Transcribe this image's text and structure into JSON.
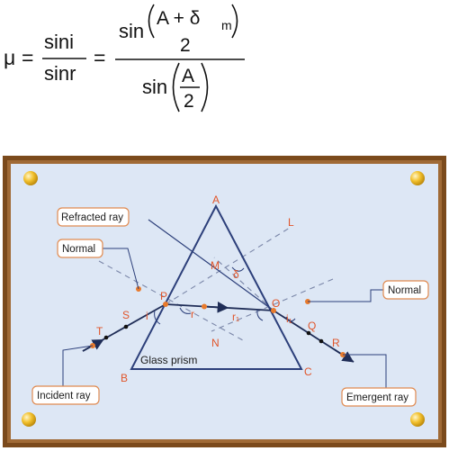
{
  "formula": {
    "mu": "μ",
    "equals": "=",
    "lhs_numerator": "sini",
    "lhs_denominator": "sinr",
    "sin_word": "sin",
    "rhs_top_argument": "A + δ",
    "rhs_top_subscript": "m",
    "rhs_top_divisor": "2",
    "rhs_bottom_numerator": "A",
    "rhs_bottom_denominator": "2"
  },
  "diagram": {
    "vertices": {
      "apex": "A",
      "base_left": "B",
      "base_right": "C"
    },
    "points": {
      "entry": "P",
      "exit": "O",
      "top_intersection": "M",
      "bottom_intersection": "N",
      "incident_1": "S",
      "incident_2": "T",
      "emergent_1": "Q",
      "emergent_2": "R",
      "extension": "L"
    },
    "angles": {
      "incidence": "i",
      "refraction": "r",
      "refraction_second": "r₁",
      "emergence": "i₁",
      "deviation": "δ"
    },
    "prism_label": "Glass prism",
    "callouts": {
      "refracted_ray": "Refracted ray",
      "normal_left": "Normal",
      "normal_right": "Normal",
      "incident_ray": "Incident ray",
      "emergent_ray": "Emergent ray"
    },
    "colors": {
      "frame": "#7b4a1c",
      "board": "#dde7f5",
      "prism": "#2c3f7a",
      "ray": "#1f2d57",
      "dashed": "#7a86a8",
      "marker": "#e87a2c",
      "pin": "#f2c12e",
      "label_orange": "#e0552a",
      "callout_border": "#e08a50"
    }
  }
}
